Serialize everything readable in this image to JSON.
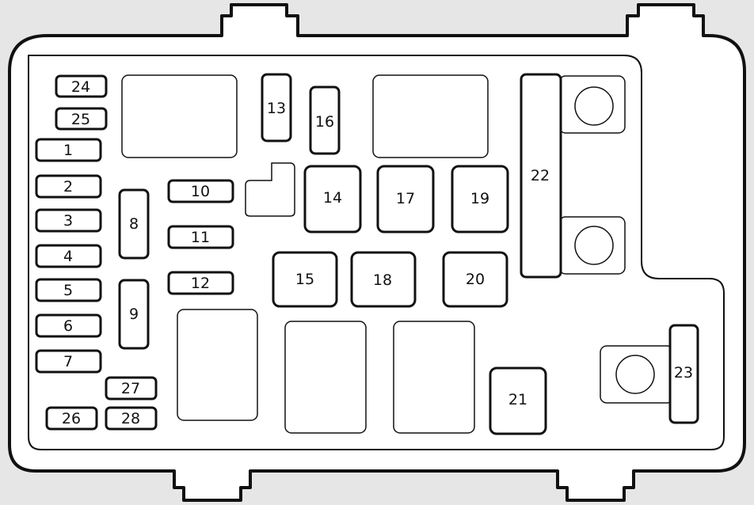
{
  "colors": {
    "background": "#e6e6e6",
    "body": "#ffffff",
    "stroke": "#111111"
  },
  "fuses": [
    {
      "id": "fuse-24",
      "label": "24"
    },
    {
      "id": "fuse-25",
      "label": "25"
    },
    {
      "id": "fuse-1",
      "label": "1"
    },
    {
      "id": "fuse-2",
      "label": "2"
    },
    {
      "id": "fuse-3",
      "label": "3"
    },
    {
      "id": "fuse-4",
      "label": "4"
    },
    {
      "id": "fuse-5",
      "label": "5"
    },
    {
      "id": "fuse-6",
      "label": "6"
    },
    {
      "id": "fuse-7",
      "label": "7"
    },
    {
      "id": "fuse-8",
      "label": "8"
    },
    {
      "id": "fuse-9",
      "label": "9"
    },
    {
      "id": "fuse-10",
      "label": "10"
    },
    {
      "id": "fuse-11",
      "label": "11"
    },
    {
      "id": "fuse-12",
      "label": "12"
    },
    {
      "id": "fuse-13",
      "label": "13"
    },
    {
      "id": "fuse-16",
      "label": "16"
    },
    {
      "id": "fuse-27",
      "label": "27"
    },
    {
      "id": "fuse-26",
      "label": "26"
    },
    {
      "id": "fuse-28",
      "label": "28"
    }
  ],
  "relays": [
    {
      "id": "relay-14",
      "label": "14"
    },
    {
      "id": "relay-17",
      "label": "17"
    },
    {
      "id": "relay-19",
      "label": "19"
    },
    {
      "id": "relay-15",
      "label": "15"
    },
    {
      "id": "relay-18",
      "label": "18"
    },
    {
      "id": "relay-20",
      "label": "20"
    },
    {
      "id": "relay-21",
      "label": "21"
    }
  ],
  "main_fuses": [
    {
      "id": "main-fuse-22",
      "label": "22"
    },
    {
      "id": "main-fuse-23",
      "label": "23"
    }
  ]
}
